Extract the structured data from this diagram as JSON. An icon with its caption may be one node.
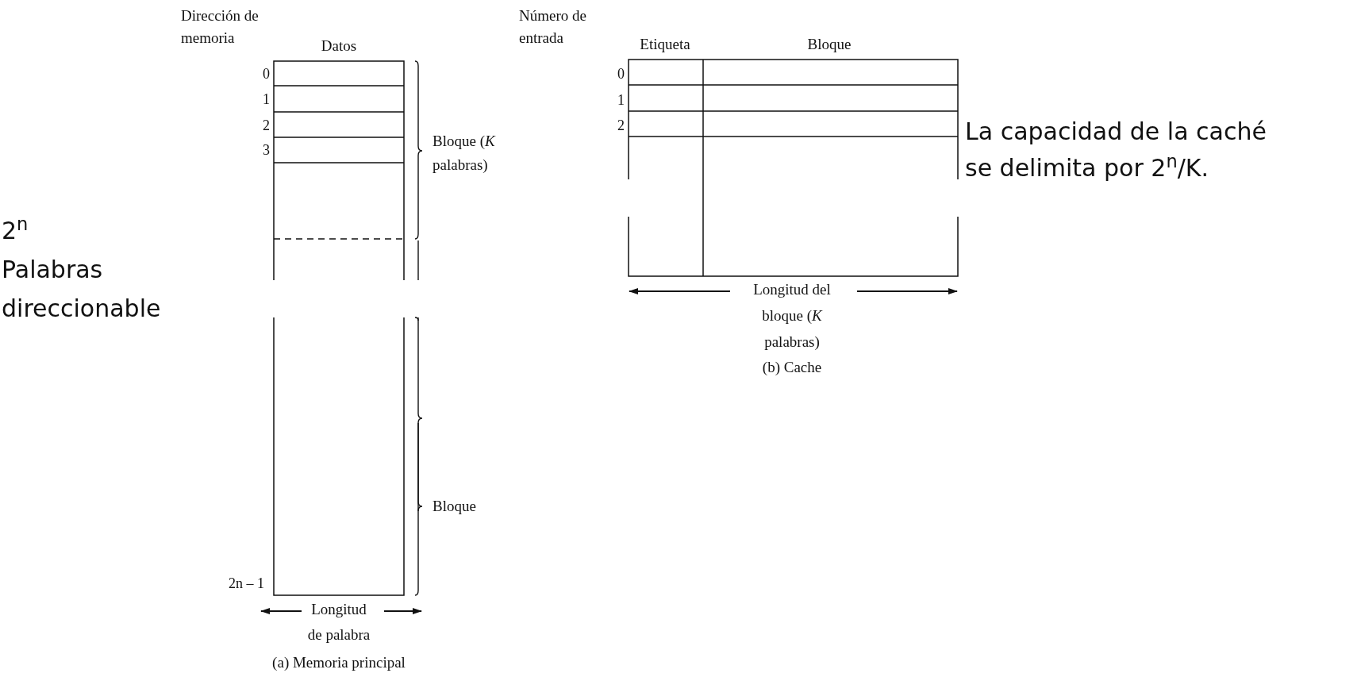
{
  "diagram": {
    "labels": [
      "Dirección de memoria",
      "Datos",
      "Número de entrada",
      "Etiqueta",
      "Bloque",
      "0",
      "1",
      "2",
      "3",
      "0",
      "1",
      "2",
      "La capacidad de la caché se delimita por 2$^{n}$/K.",
      "Bloque (*K* palabras)",
      "2$^{n}$",
      "Palabras",
      "direccionable",
      "Longitud del bloque (*K* palabras)",
      "(b) Cache",
      "Bloque",
      "2n – 1",
      "Longitud de palabra",
      "(a) Memoria principal"
    ]
  }
}
